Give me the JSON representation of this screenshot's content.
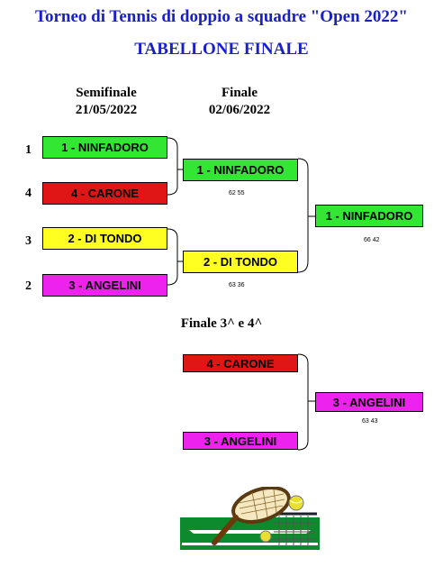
{
  "header": {
    "title": "Torneo di Tennis di doppio a squadre \"Open 2022\"",
    "subtitle": "TABELLONE FINALE"
  },
  "columns": {
    "semifinal": {
      "label": "Semifinale",
      "date": "21/05/2022"
    },
    "final": {
      "label": "Finale",
      "date": "02/06/2022"
    }
  },
  "seeds": [
    "1",
    "4",
    "3",
    "2"
  ],
  "semifinal_teams": [
    "1 - NINFADORO",
    "4 - CARONE",
    "2 - DI TONDO",
    "3 - ANGELINI"
  ],
  "final_teams": [
    "1 - NINFADORO",
    "2 - DI TONDO"
  ],
  "semifinal_scores": [
    "62 55",
    "63 36"
  ],
  "champion": "1 - NINFADORO",
  "final_score": "66 42",
  "third_place": {
    "label": "Finale 3^ e 4^",
    "teams": [
      "4 - CARONE",
      "3 - ANGELINI"
    ],
    "winner": "3 - ANGELINI",
    "score": "63 43"
  },
  "colors": {
    "title": "#1a20c8",
    "green": "#33e633",
    "red": "#e01616",
    "yellow": "#ffff22",
    "magenta": "#ee22ee"
  },
  "icons": [
    "tennis-racket-icon"
  ]
}
